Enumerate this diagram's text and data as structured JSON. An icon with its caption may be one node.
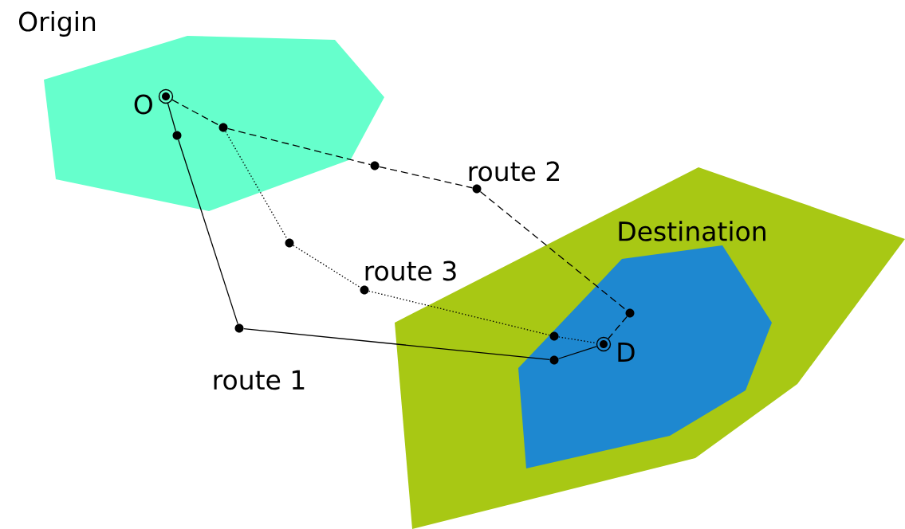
{
  "diagram": {
    "nodes": [
      {
        "text": [
          "Origin"
        ]
      },
      {
        "text": [],
        "shape": "circle",
        "in": 0,
        "beside": [
          "O"
        ]
      },
      {
        "text": [],
        "shape": "circle",
        "in": 0
      },
      {
        "text": [],
        "shape": "circle",
        "in": 0
      },
      {
        "text": [],
        "shape": "circle"
      },
      {
        "text": [],
        "shape": "circle"
      },
      {
        "text": [],
        "shape": "circle"
      },
      {
        "text": [],
        "shape": "circle"
      },
      {
        "text": [],
        "shape": "circle"
      },
      {
        "text": [
          "Destination"
        ]
      },
      {
        "text": [],
        "shape": "polygon",
        "in": 9
      },
      {
        "text": [],
        "shape": "circle",
        "in": 10
      },
      {
        "text": [],
        "shape": "circle",
        "in": 10
      },
      {
        "text": [],
        "shape": "circle",
        "in": 10,
        "beside": [
          "D"
        ]
      },
      {
        "text": [],
        "shape": "circle",
        "in": 10
      }
    ],
    "edges": [
      {
        "from": 1,
        "to": 2,
        "arrow": "none"
      },
      {
        "from": 2,
        "to": 8,
        "arrow": "none"
      },
      {
        "from": 8,
        "to": 14,
        "arrow": "none"
      },
      {
        "from": 14,
        "to": 13,
        "arrow": "none"
      },
      {
        "from": 1,
        "to": 3,
        "arrow": "none",
        "style": "dashed"
      },
      {
        "from": 3,
        "to": 4,
        "arrow": "none",
        "style": "dashed"
      },
      {
        "from": 4,
        "to": 5,
        "arrow": "none",
        "style": "dashed"
      },
      {
        "from": 5,
        "to": 11,
        "arrow": "none",
        "style": "dashed"
      },
      {
        "from": 11,
        "to": 13,
        "arrow": "none",
        "style": "dashed"
      },
      {
        "from": 3,
        "to": 6,
        "arrow": "none",
        "style": "dashed"
      },
      {
        "from": 6,
        "to": 7,
        "arrow": "none",
        "style": "dashed"
      },
      {
        "from": 7,
        "to": 12,
        "arrow": "none",
        "style": "dashed"
      },
      {
        "from": 12,
        "to": 13,
        "arrow": "none",
        "style": "dashed"
      }
    ],
    "labels": [
      "route 2",
      "route 3",
      "route 1"
    ]
  }
}
